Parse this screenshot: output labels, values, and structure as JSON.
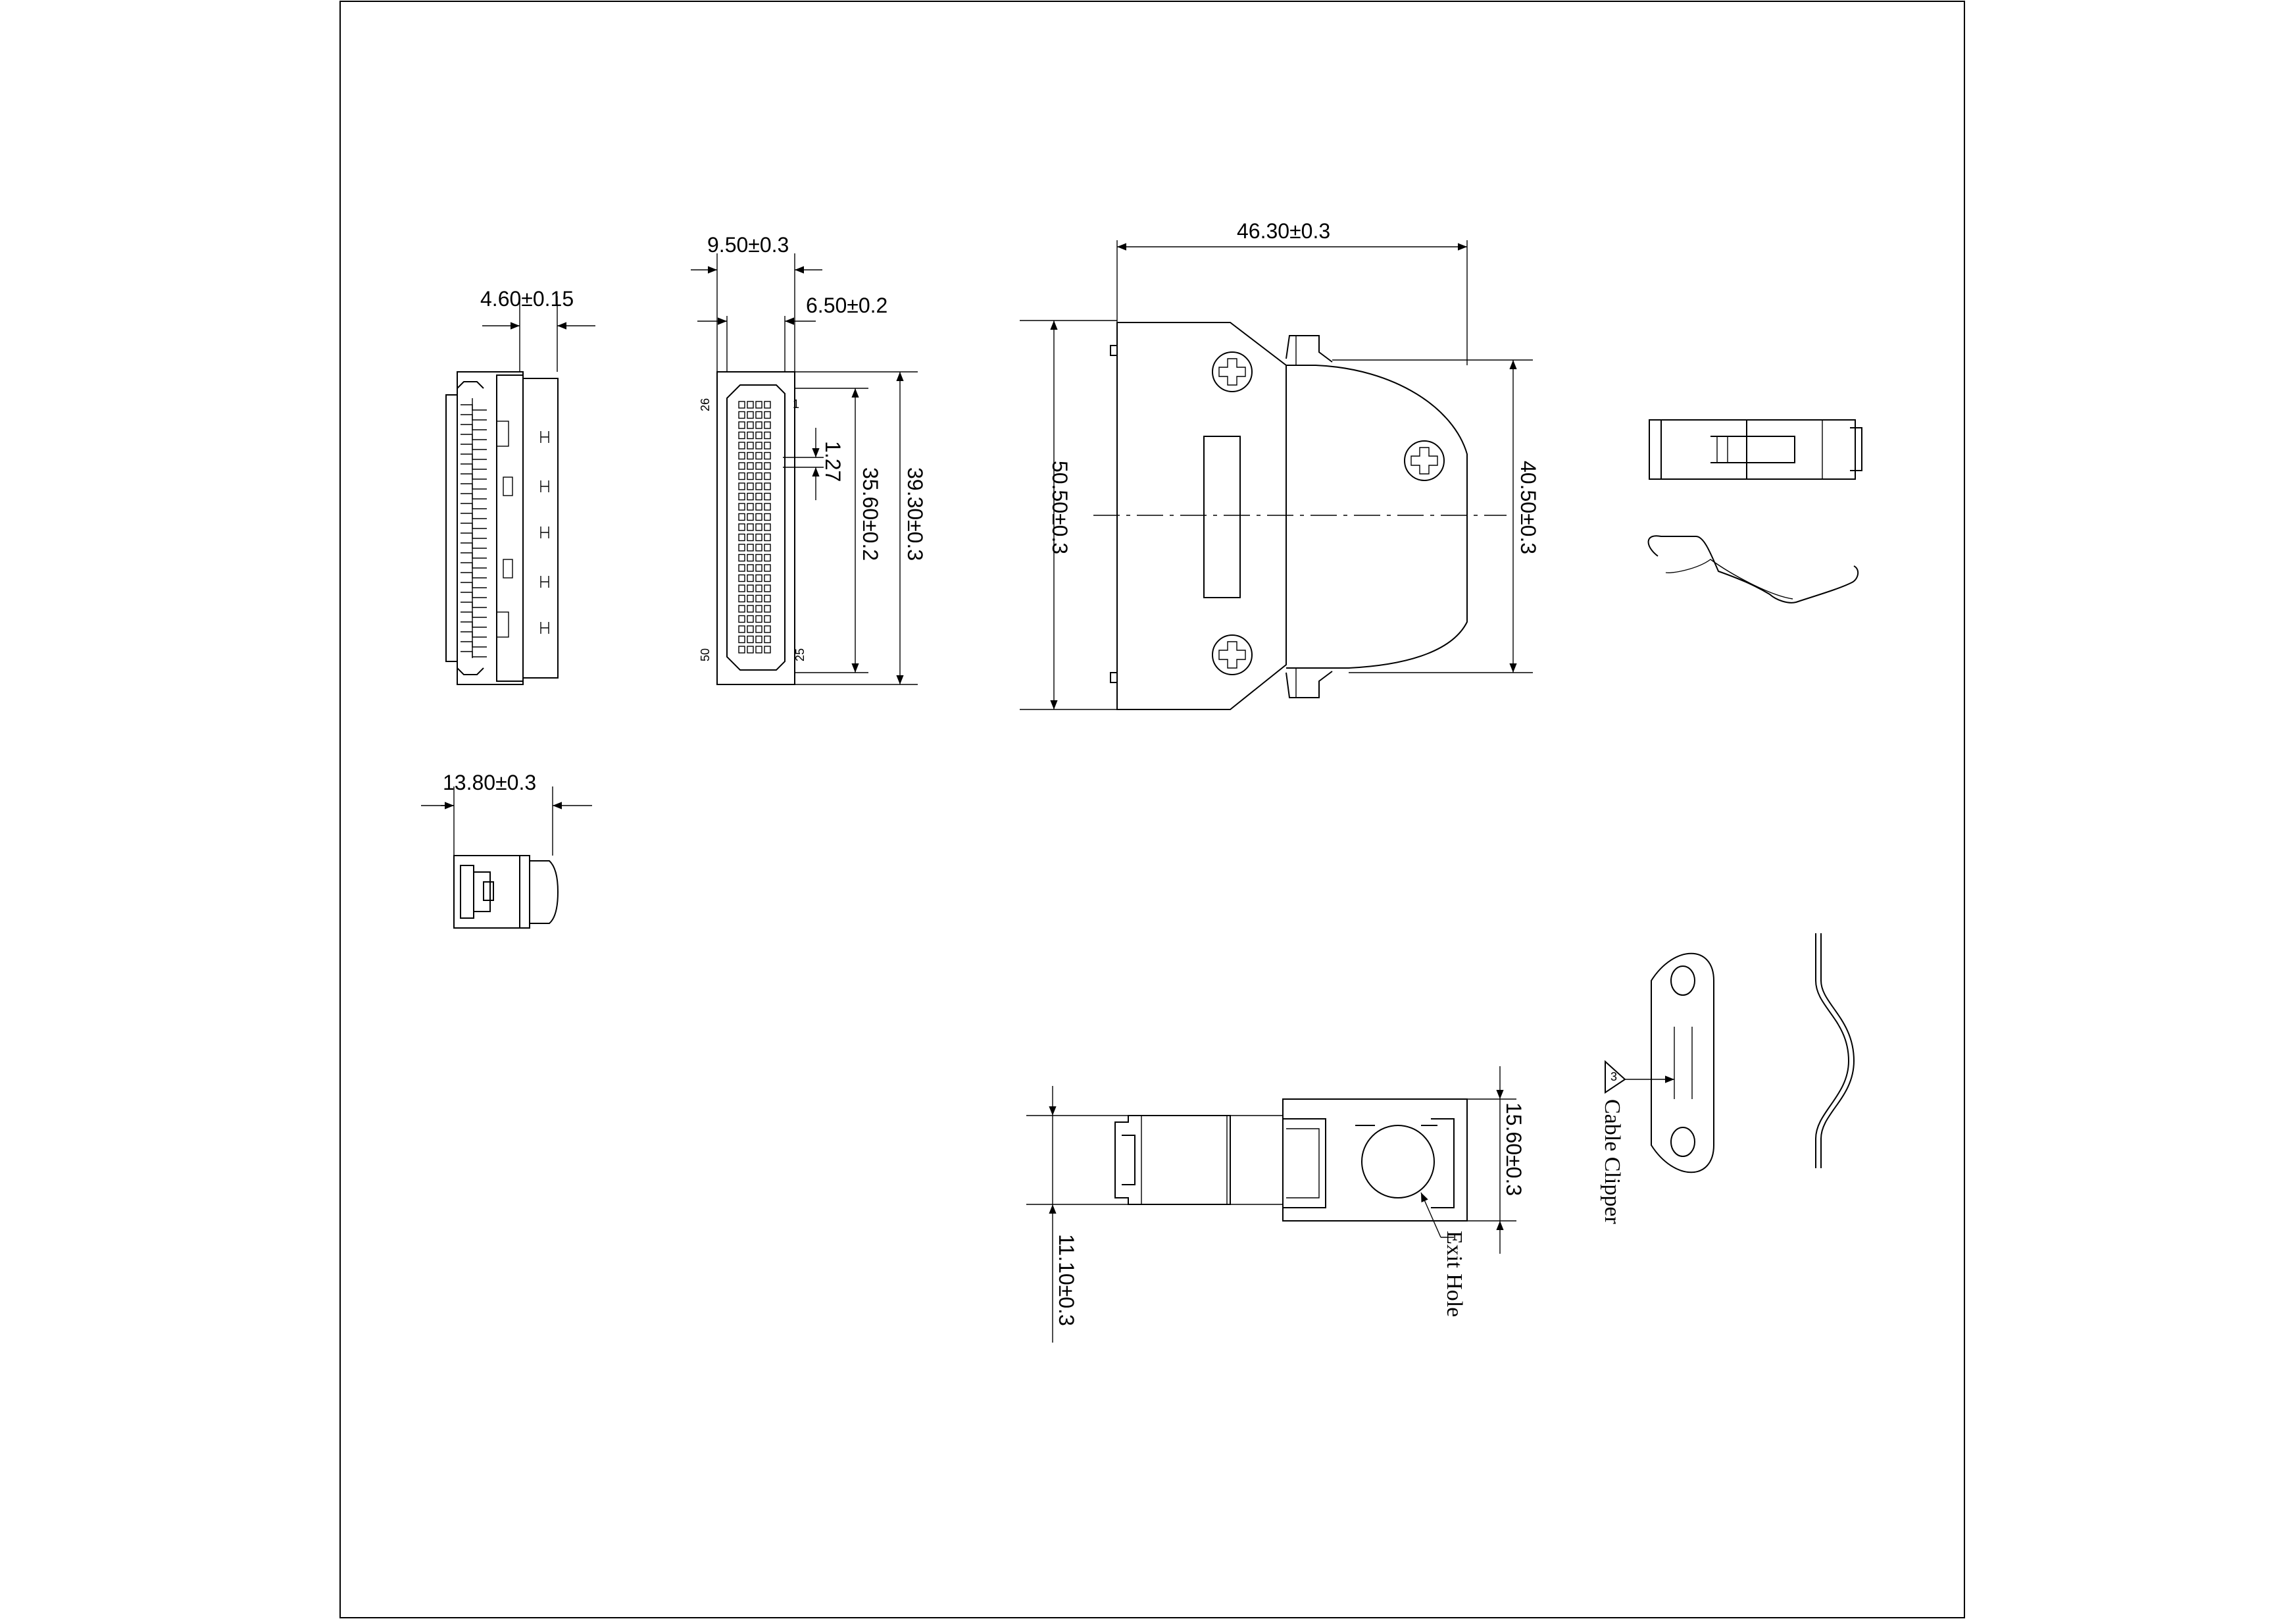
{
  "dimensions": {
    "side_depth": "4.60±0.15",
    "front_total_width": "9.50±0.3",
    "front_insert_width": "6.50±0.2",
    "pitch": "1.27",
    "pin_span": "35.60±0.2",
    "front_height": "39.30±0.3",
    "hood_length": "46.30±0.3",
    "hood_height": "50.50±0.3",
    "hood_body_height": "40.50±0.3",
    "bottom_width": "13.80±0.3",
    "exit_hole_height": "15.60±0.3",
    "plug_thickness": "11.10±0.3"
  },
  "pins": {
    "first": "1",
    "last_top": "25",
    "first_bottom": "26",
    "last": "50"
  },
  "labels": {
    "exit_hole": "Exit Hole",
    "cable_clipper": "Cable Clipper",
    "note_number": "3"
  }
}
